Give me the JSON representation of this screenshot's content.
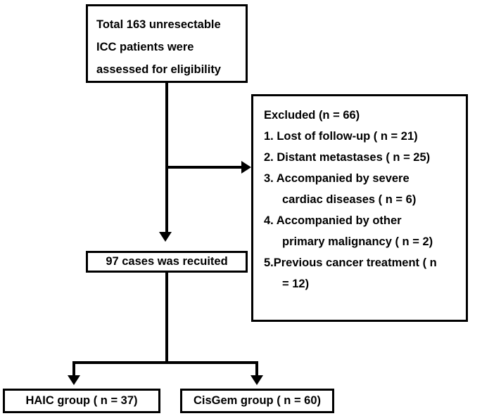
{
  "diagram": {
    "title": "CONSORT-style patient enrollment flowchart",
    "colors": {
      "line": "#000000",
      "background": "#ffffff",
      "text": "#000000"
    },
    "nodes": {
      "assessed": {
        "lines": [
          "Total 163 unresectable",
          "ICC patients were",
          "assessed for eligibility"
        ]
      },
      "excluded": {
        "heading": "Excluded  (n = 66)",
        "items": [
          {
            "text": "1. Lost of follow-up ( n = 21)",
            "continuation": null
          },
          {
            "text": "2. Distant metastases ( n = 25)",
            "continuation": null
          },
          {
            "text": "3. Accompanied by severe",
            "continuation": "cardiac diseases ( n = 6)"
          },
          {
            "text": "4. Accompanied by other",
            "continuation": "primary malignancy ( n = 2)"
          },
          {
            "text": "5.Previous cancer treatment ( n",
            "continuation": "= 12)"
          }
        ]
      },
      "recruited": {
        "label": "97 cases was recuited"
      },
      "haic_group": {
        "label": "HAIC group ( n = 37)"
      },
      "cisgem_group": {
        "label": "CisGem group ( n = 60)"
      }
    },
    "counts": {
      "assessed_total": 163,
      "excluded_total": 66,
      "lost_followup": 21,
      "distant_metastases": 25,
      "cardiac_diseases": 6,
      "other_primary_malignancy": 2,
      "previous_cancer_treatment": 12,
      "recruited": 97,
      "haic": 37,
      "cisgem": 60
    }
  }
}
